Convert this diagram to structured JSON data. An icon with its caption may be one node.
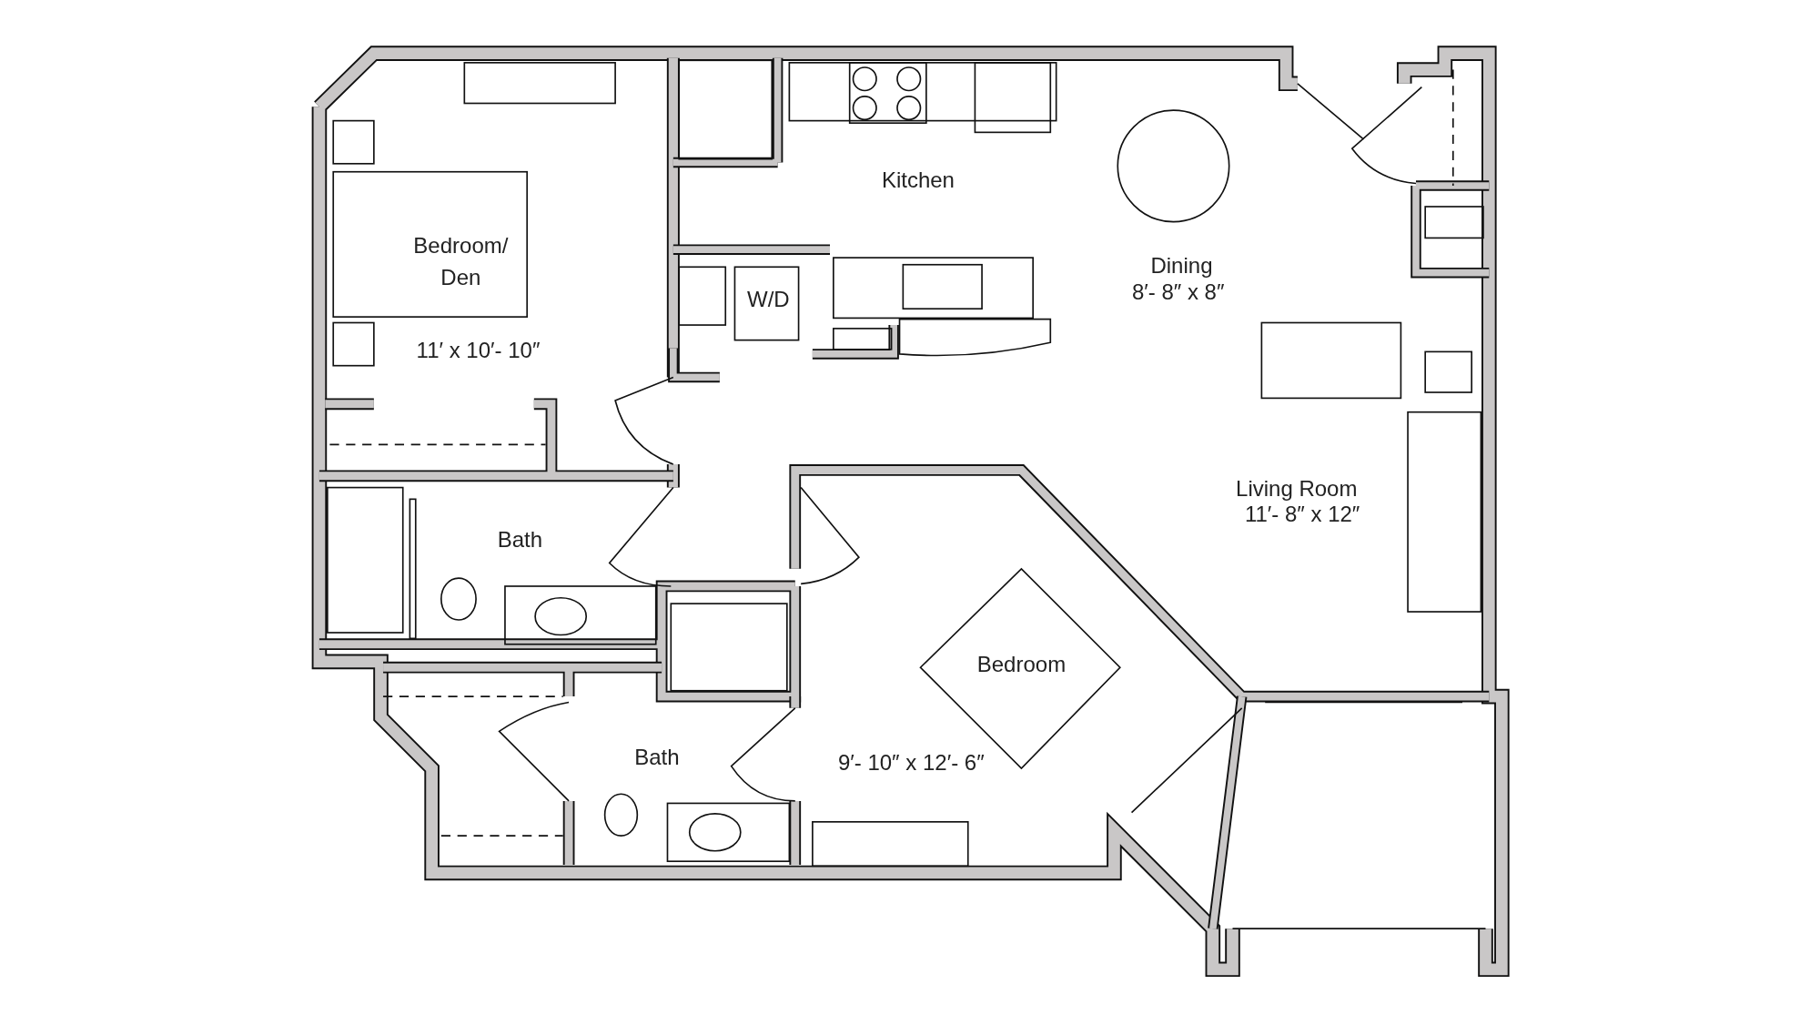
{
  "diagram": {
    "labels": [
      "Kitchen",
      "Bedroom/ Den",
      "Dining",
      "8′- 8″ x 8″",
      "W/D",
      "11′ x 10′- 10″",
      "Living Room",
      "11′- 8″ x 12″",
      "Bath",
      "Bedroom",
      "Bath",
      "9′- 10″ x 12′- 6″"
    ]
  }
}
